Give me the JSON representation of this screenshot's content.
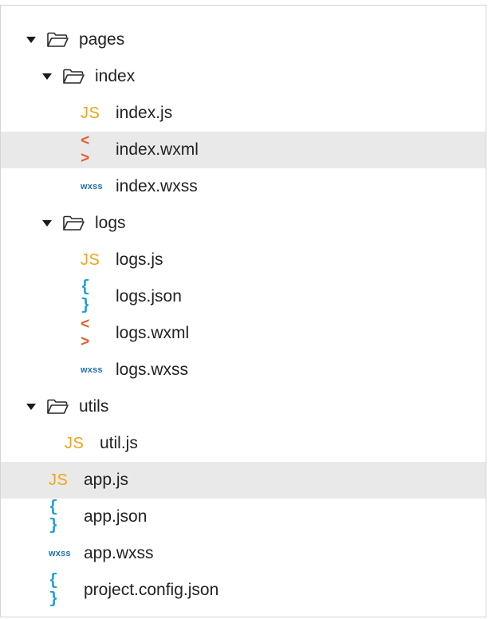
{
  "tree": {
    "pages": {
      "name": "pages",
      "expanded": true
    },
    "index": {
      "name": "index",
      "expanded": true
    },
    "index_js": {
      "name": "index.js",
      "icon": "JS"
    },
    "index_wxml": {
      "name": "index.wxml",
      "icon": "< >",
      "selected": true
    },
    "index_wxss": {
      "name": "index.wxss",
      "icon": "wxss"
    },
    "logs": {
      "name": "logs",
      "expanded": true
    },
    "logs_js": {
      "name": "logs.js",
      "icon": "JS"
    },
    "logs_json": {
      "name": "logs.json",
      "icon": "{ }"
    },
    "logs_wxml": {
      "name": "logs.wxml",
      "icon": "< >"
    },
    "logs_wxss": {
      "name": "logs.wxss",
      "icon": "wxss"
    },
    "utils": {
      "name": "utils",
      "expanded": true
    },
    "util_js": {
      "name": "util.js",
      "icon": "JS"
    },
    "app_js": {
      "name": "app.js",
      "icon": "JS",
      "selected": true
    },
    "app_json": {
      "name": "app.json",
      "icon": "{ }"
    },
    "app_wxss": {
      "name": "app.wxss",
      "icon": "wxss"
    },
    "project_config": {
      "name": "project.config.json",
      "icon": "{ }"
    }
  },
  "colors": {
    "js": "#f0a417",
    "wxml": "#e65d2e",
    "wxss": "#1d6fb6",
    "json": "#1a9fd9",
    "selected_bg": "#e9e9e9"
  }
}
